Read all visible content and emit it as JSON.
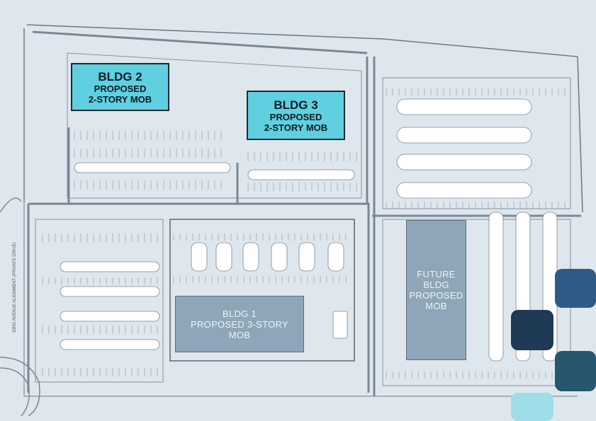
{
  "buildings": {
    "bldg2": {
      "name": "BLDG 2",
      "line2": "PROPOSED",
      "line3": "2-STORY MOB"
    },
    "bldg3": {
      "name": "BLDG 3",
      "line2": "PROPOSED",
      "line3": "2-STORY MOB"
    },
    "bldg1": {
      "line1": "BLDG 1",
      "line2": "PROPOSED 3-STORY",
      "line3": "MOB"
    },
    "future": {
      "line1": "FUTURE",
      "line2": "BLDG",
      "line3": "PROPOSED",
      "line4": "MOB"
    }
  },
  "street": {
    "label1": "33RD AVENUE ALIGNMENT",
    "label2": "(PRIVATE DRIVE)"
  },
  "colors": {
    "background": "#dfe7ee",
    "proposed_building": "#5ed0e0",
    "future_building": "#8ea6b8",
    "linework": "#6b7884",
    "tile_dark": "#1f3a55",
    "tile_mid": "#2f5a86",
    "tile_teal": "#27566f",
    "tile_light": "#9fdde9"
  }
}
